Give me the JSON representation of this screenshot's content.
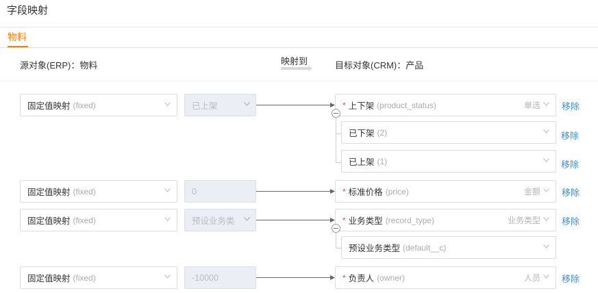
{
  "page_title": "字段映射",
  "tab": {
    "label": "物料"
  },
  "header": {
    "source": "源对象(ERP)：物料",
    "map_label": "映射到",
    "target": "目标对象(CRM)：产品"
  },
  "remove_label": "移除",
  "rows": [
    {
      "source": {
        "label": "固定值映射",
        "hint": "(fixed)"
      },
      "value": "已上架",
      "target": {
        "label": "上下架",
        "api": "(product_status)",
        "type": "单选"
      },
      "options": [
        {
          "label": "已下架",
          "hint": "(2)"
        },
        {
          "label": "已上架",
          "hint": "(1)"
        }
      ]
    },
    {
      "source": {
        "label": "固定值映射",
        "hint": "(fixed)"
      },
      "value": "0",
      "target": {
        "label": "标准价格",
        "api": "(price)",
        "type": "金额"
      }
    },
    {
      "source": {
        "label": "固定值映射",
        "hint": "(fixed)"
      },
      "value": "预设业务类",
      "target": {
        "label": "业务类型",
        "api": "(record_type)",
        "type": "业务类型"
      },
      "options": [
        {
          "label": "预设业务类型",
          "hint": "(default__c)"
        }
      ]
    },
    {
      "source": {
        "label": "固定值映射",
        "hint": "(fixed)"
      },
      "value": "-10000",
      "target": {
        "label": "负责人",
        "api": "(owner)",
        "type": "人员"
      }
    }
  ],
  "colors": {
    "accent": "#ff8000",
    "link": "#3a8ee6",
    "required": "#e54545"
  }
}
